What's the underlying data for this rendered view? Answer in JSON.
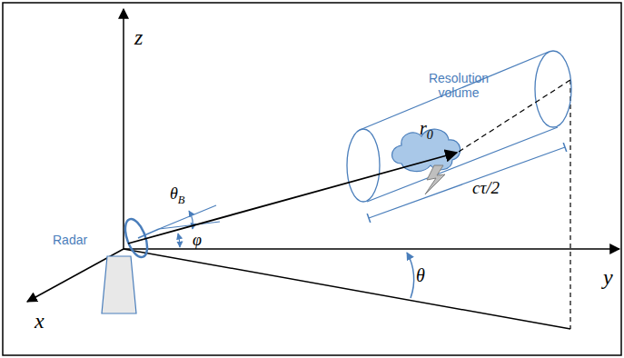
{
  "diagram": {
    "labels": [
      "z",
      "Resolution volume",
      "r0",
      "θB",
      "φ",
      "cτ/2",
      "Radar",
      "y",
      "x",
      "θ"
    ]
  }
}
